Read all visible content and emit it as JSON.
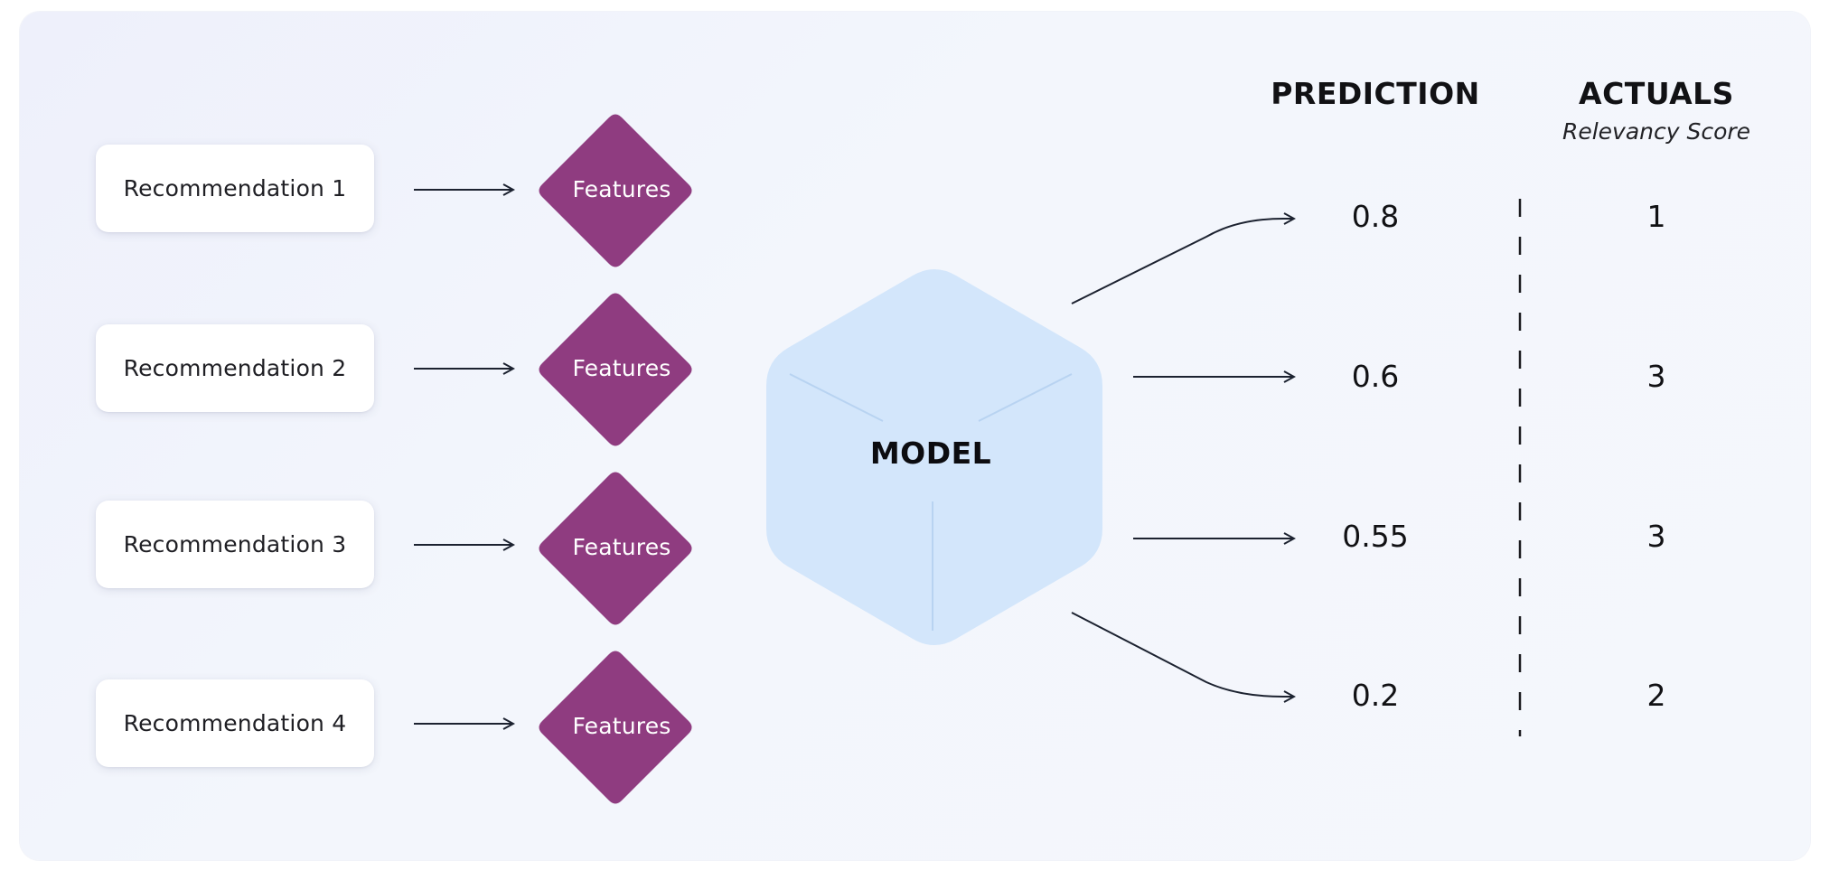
{
  "recommendations": [
    {
      "label": "Recommendation 1"
    },
    {
      "label": "Recommendation 2"
    },
    {
      "label": "Recommendation 3"
    },
    {
      "label": "Recommendation 4"
    }
  ],
  "features": [
    {
      "label": "Features"
    },
    {
      "label": "Features"
    },
    {
      "label": "Features"
    },
    {
      "label": "Features"
    }
  ],
  "model": {
    "label": "MODEL"
  },
  "prediction": {
    "header": "PREDICTION",
    "values": [
      "0.8",
      "0.6",
      "0.55",
      "0.2"
    ]
  },
  "actuals": {
    "header": "ACTUALS",
    "subheader": "Relevancy Score",
    "values": [
      "1",
      "3",
      "3",
      "2"
    ]
  },
  "colors": {
    "feature_fill": "#8f3c80",
    "model_fill": "#d3e6fb",
    "arrow": "#1c2230",
    "background": "#f1f4fc"
  }
}
